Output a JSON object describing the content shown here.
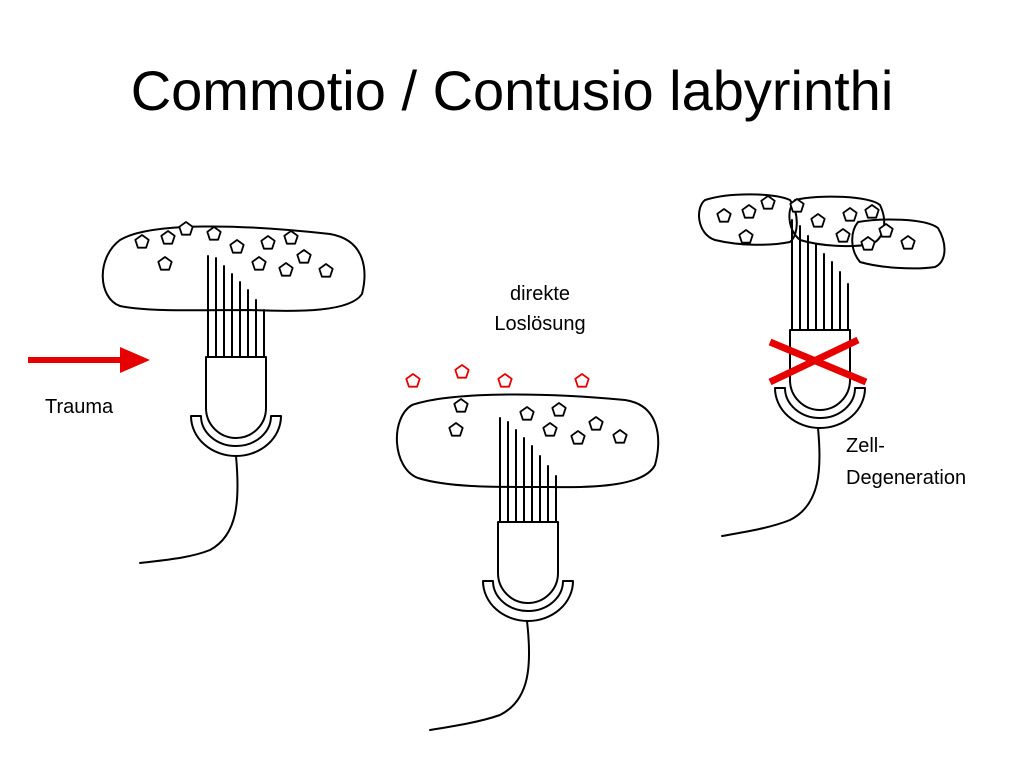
{
  "title": "Commotio / Contusio labyrinthi",
  "labels": {
    "trauma": "Trauma",
    "detach_line1": "direkte",
    "detach_line2": "Loslösung",
    "degen_line1": "Zell-",
    "degen_line2": "Degeneration"
  },
  "colors": {
    "arrow": "#e60000",
    "cross": "#e60000",
    "ink": "#000000"
  }
}
